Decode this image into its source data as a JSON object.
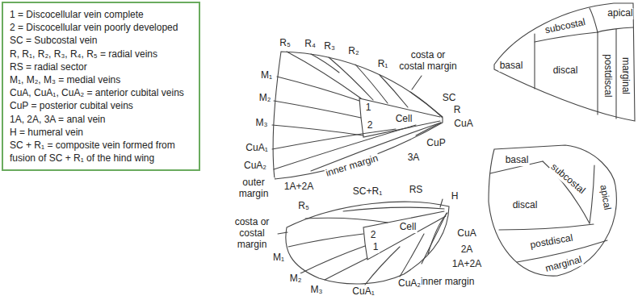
{
  "diagram": {
    "nodes": [
      {
        "text": [
          "1 = Discocellular vein complete",
          "2 = Discocellular vein poorly developed",
          "SC = Subcostal vein",
          "R, R₁, R₂, R₃, R₄, R₅ = radial veins",
          "RS = radial sector",
          "M₁, M₂, M₃ = medial veins",
          "CuA, CuA₁, CuA₂ = anterior cubital veins",
          "CuP = posterior cubital veins",
          "1A, 2A, 3A = anal vein",
          "H = humeral vein",
          "SC + R₁ = composite vein formed from fusion of SC + R₁ of the hind wing"
        ]
      }
    ],
    "labels": [
      "R₅",
      "R₄",
      "R₃",
      "R₂",
      "costa or costal margin",
      "R₁",
      "1",
      "2",
      "Cell",
      "SC",
      "R",
      "CuA",
      "M₁",
      "M₂",
      "M₃",
      "CuA₁",
      "CuA₂",
      "outer margin",
      "inner margin",
      "1A+2A",
      "3A",
      "CuP",
      "RS",
      "H",
      "SC+R₁",
      "R₅",
      "costa or costal margin",
      "Cell",
      "2",
      "1",
      "CuA",
      "2A",
      "1A+2A",
      "inner margin",
      "M₁",
      "M₂",
      "M₃",
      "CuA₂",
      "CuA₁",
      "apical",
      "subcostal",
      "basal",
      "discal",
      "postdiscal",
      "marginal",
      "basal",
      "subcostal",
      "apical",
      "discal",
      "postdiscal",
      "marginal"
    ]
  }
}
